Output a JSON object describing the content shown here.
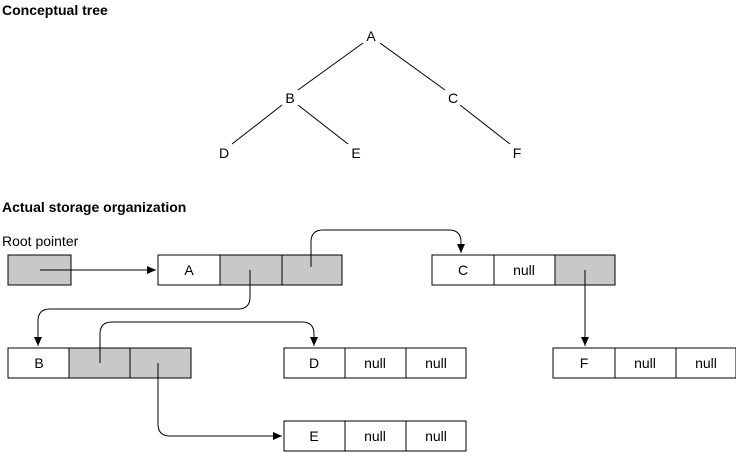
{
  "headings": {
    "conceptual": "Conceptual tree",
    "actual": "Actual storage organization",
    "root_pointer": "Root pointer"
  },
  "tree": {
    "nodes": {
      "A": "A",
      "B": "B",
      "C": "C",
      "D": "D",
      "E": "E",
      "F": "F"
    }
  },
  "storage": {
    "cells": {
      "A": "A",
      "B": "B",
      "C": "C",
      "D": "D",
      "E": "E",
      "F": "F"
    },
    "null_label": "null"
  },
  "colors": {
    "pointer_fill": "#c8c8c8",
    "stroke": "#000000",
    "background": "#ffffff"
  }
}
